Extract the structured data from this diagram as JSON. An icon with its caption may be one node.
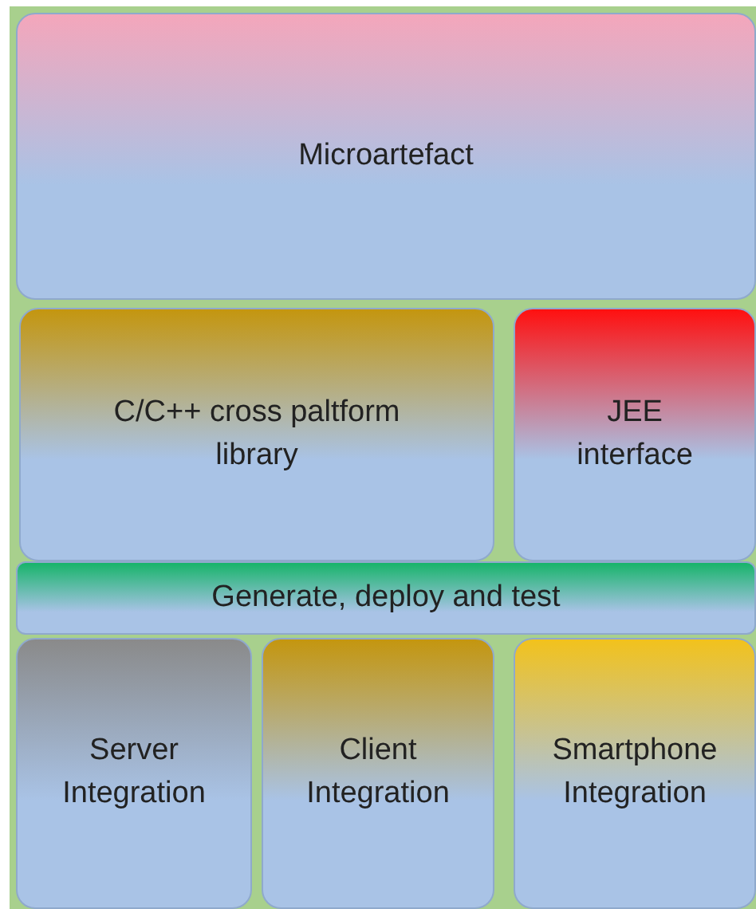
{
  "diagram": {
    "nodes": [
      {
        "text": [
          "Microartefact"
        ]
      },
      {
        "text": [
          "C/C++ cross paltform library"
        ]
      },
      {
        "text": [
          "JEE interface"
        ]
      },
      {
        "text": [
          "Generate, deploy and test"
        ]
      },
      {
        "text": [
          "Server Integration"
        ]
      },
      {
        "text": [
          "Client Integration"
        ]
      },
      {
        "text": [
          "Smartphone Integration"
        ]
      }
    ]
  }
}
